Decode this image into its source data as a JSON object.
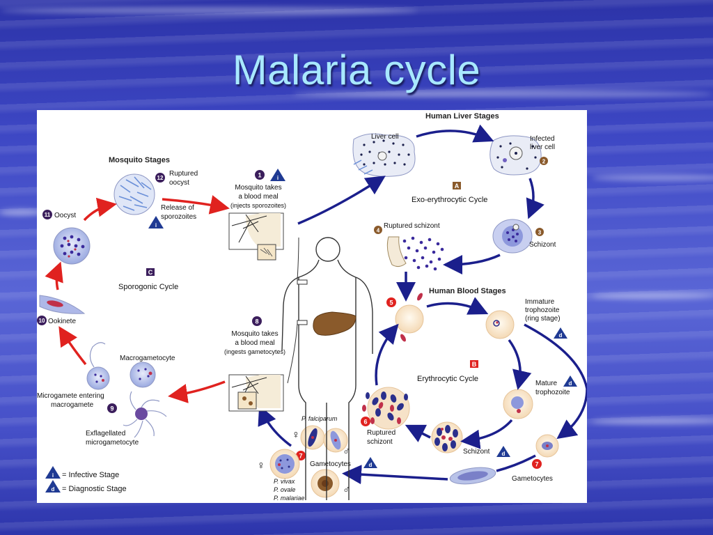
{
  "slide": {
    "title": "Malaria cycle"
  },
  "diagram": {
    "section_mosquito": "Mosquito Stages",
    "section_liver": "Human Liver Stages",
    "section_blood": "Human Blood Stages",
    "badges": {
      "A": "A",
      "B": "B",
      "C": "C"
    },
    "cycles": {
      "exo": "Exo-erythrocytic Cycle",
      "ery": "Erythrocytic Cycle",
      "spo": "Sporogonic Cycle"
    },
    "labels": {
      "liver_cell": "Liver cell",
      "infected_1": "Infected",
      "infected_2": "liver cell",
      "schizont_liver": "Schizont",
      "ruptured_schizont_top": "Ruptured schizont",
      "meal1_a": "Mosquito takes",
      "meal1_b": "a blood meal",
      "meal1_c": "(injects sporozoites)",
      "meal8_a": "Mosquito takes",
      "meal8_b": "a blood meal",
      "meal8_c": "(ingests gametocytes)",
      "ruptured_oocyst_a": "Ruptured",
      "ruptured_oocyst_b": "oocyst",
      "release_a": "Release of",
      "release_b": "sporozoites",
      "oocyst": "Oocyst",
      "ookinete": "Ookinete",
      "macrogametocyte": "Macrogametocyte",
      "microgamete_a": "Microgamete entering",
      "microgamete_b": "macrogamete",
      "exflag_a": "Exflagellated",
      "exflag_b": "microgametocyte",
      "immature_a": "Immature",
      "immature_b": "trophozoite",
      "immature_c": "(ring stage)",
      "mature_a": "Mature",
      "mature_b": "trophozoite",
      "schizont_blood": "Schizont",
      "ruptured_schizont_a": "Ruptured",
      "ruptured_schizont_b": "schizont",
      "gametocytes_right": "Gametocytes",
      "gametocytes_center": "Gametocytes",
      "p_falciparum": "P. falciparum",
      "p_vivax": "P. vivax",
      "p_ovale": "P. ovale",
      "p_malariae": "P. malariae"
    },
    "numbers": {
      "n1": "1",
      "n2": "2",
      "n3": "3",
      "n4": "4",
      "n5": "5",
      "n6": "6",
      "n7a": "7",
      "n7b": "7",
      "n8": "8",
      "n9": "9",
      "n10": "10",
      "n11": "11",
      "n12": "12"
    },
    "stage_marks": {
      "infective": "i",
      "diagnostic": "d"
    },
    "legend": {
      "infective": "= Infective Stage",
      "diagnostic": "= Diagnostic Stage"
    },
    "symbols": {
      "female": "♀",
      "male": "♂"
    },
    "colors": {
      "arrow_blue": "#1b1f8c",
      "arrow_red": "#e0221f",
      "number_circle": "#3b1e5c",
      "stage_badge": "#1f3a93",
      "liver": "#8a5a2b"
    }
  }
}
